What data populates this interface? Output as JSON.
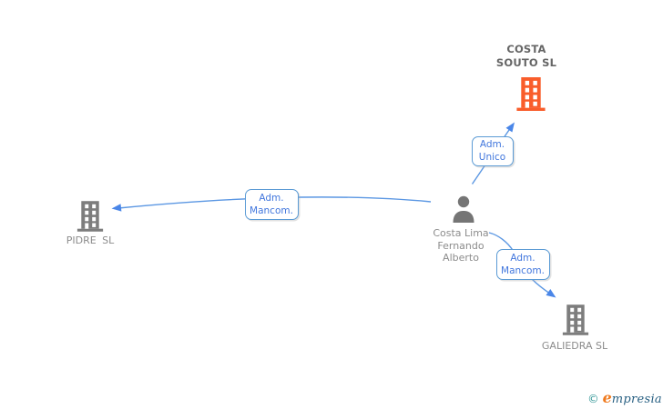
{
  "diagram": {
    "person": {
      "name": "Costa Lima Fernando Alberto",
      "name_lines": [
        "Costa Lima",
        "Fernando",
        "Alberto"
      ]
    },
    "companies": [
      {
        "name": "COSTA SOUTO SL",
        "name_lines": [
          "COSTA",
          "SOUTO SL"
        ],
        "highlighted": true
      },
      {
        "name": "PIDRE SL",
        "highlighted": false
      },
      {
        "name": "GALIEDRA SL",
        "highlighted": false
      }
    ],
    "edges": [
      {
        "label": "Adm. Unico",
        "label_lines": [
          "Adm.",
          "Unico"
        ],
        "from": "Costa Lima Fernando Alberto",
        "to": "COSTA SOUTO SL"
      },
      {
        "label": "Adm. Mancom.",
        "label_lines": [
          "Adm.",
          "Mancom."
        ],
        "from": "Costa Lima Fernando Alberto",
        "to": "PIDRE SL"
      },
      {
        "label": "Adm. Mancom.",
        "label_lines": [
          "Adm.",
          "Mancom."
        ],
        "from": "Costa Lima Fernando Alberto",
        "to": "GALIEDRA SL"
      }
    ],
    "colors": {
      "edge_blue": "#5b97e3",
      "arrow_blue": "#4a86e8",
      "edge_label_blue": "#4277dd",
      "edge_box_border": "#5b9bd5",
      "highlight_orange": "#f95d2b",
      "building_gray": "#7d7d7d",
      "person_gray": "#757575",
      "label_gray": "#8c8c8c",
      "title_gray": "#666666"
    }
  },
  "footer": {
    "copyright_symbol": "©",
    "brand_initial": "e",
    "brand_rest": "mpresia"
  }
}
